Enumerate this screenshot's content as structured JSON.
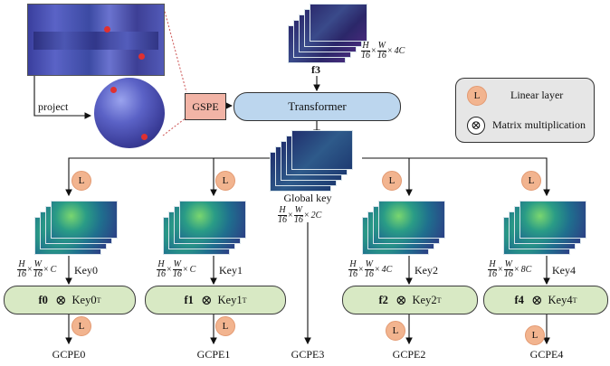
{
  "top_input": {
    "label": "f3",
    "dims": "4C"
  },
  "projection": {
    "project_label": "project",
    "gspe_label": "GSPE"
  },
  "transformer_label": "Transformer",
  "legend": {
    "linear_symbol": "L",
    "linear_label": "Linear layer",
    "matmul_label": "Matrix multiplication"
  },
  "global_key": {
    "label": "Global key",
    "dims": "2C"
  },
  "fraction": {
    "h": "H",
    "w": "W",
    "den": "16"
  },
  "linear_symbol": "L",
  "branches": [
    {
      "key": "Key0",
      "dims": "C",
      "feature": "f0",
      "key_t": "Key0",
      "out": "GCPE0"
    },
    {
      "key": "Key1",
      "dims": "C",
      "feature": "f1",
      "key_t": "Key1",
      "out": "GCPE1"
    },
    {
      "key": "Key2",
      "dims": "4C",
      "feature": "f2",
      "key_t": "Key2",
      "out": "GCPE2"
    },
    {
      "key": "Key4",
      "dims": "8C",
      "feature": "f4",
      "key_t": "Key4",
      "out": "GCPE4"
    }
  ],
  "center_output": "GCPE3",
  "transpose_mark": "T",
  "otimes": "⊗",
  "times": "×"
}
